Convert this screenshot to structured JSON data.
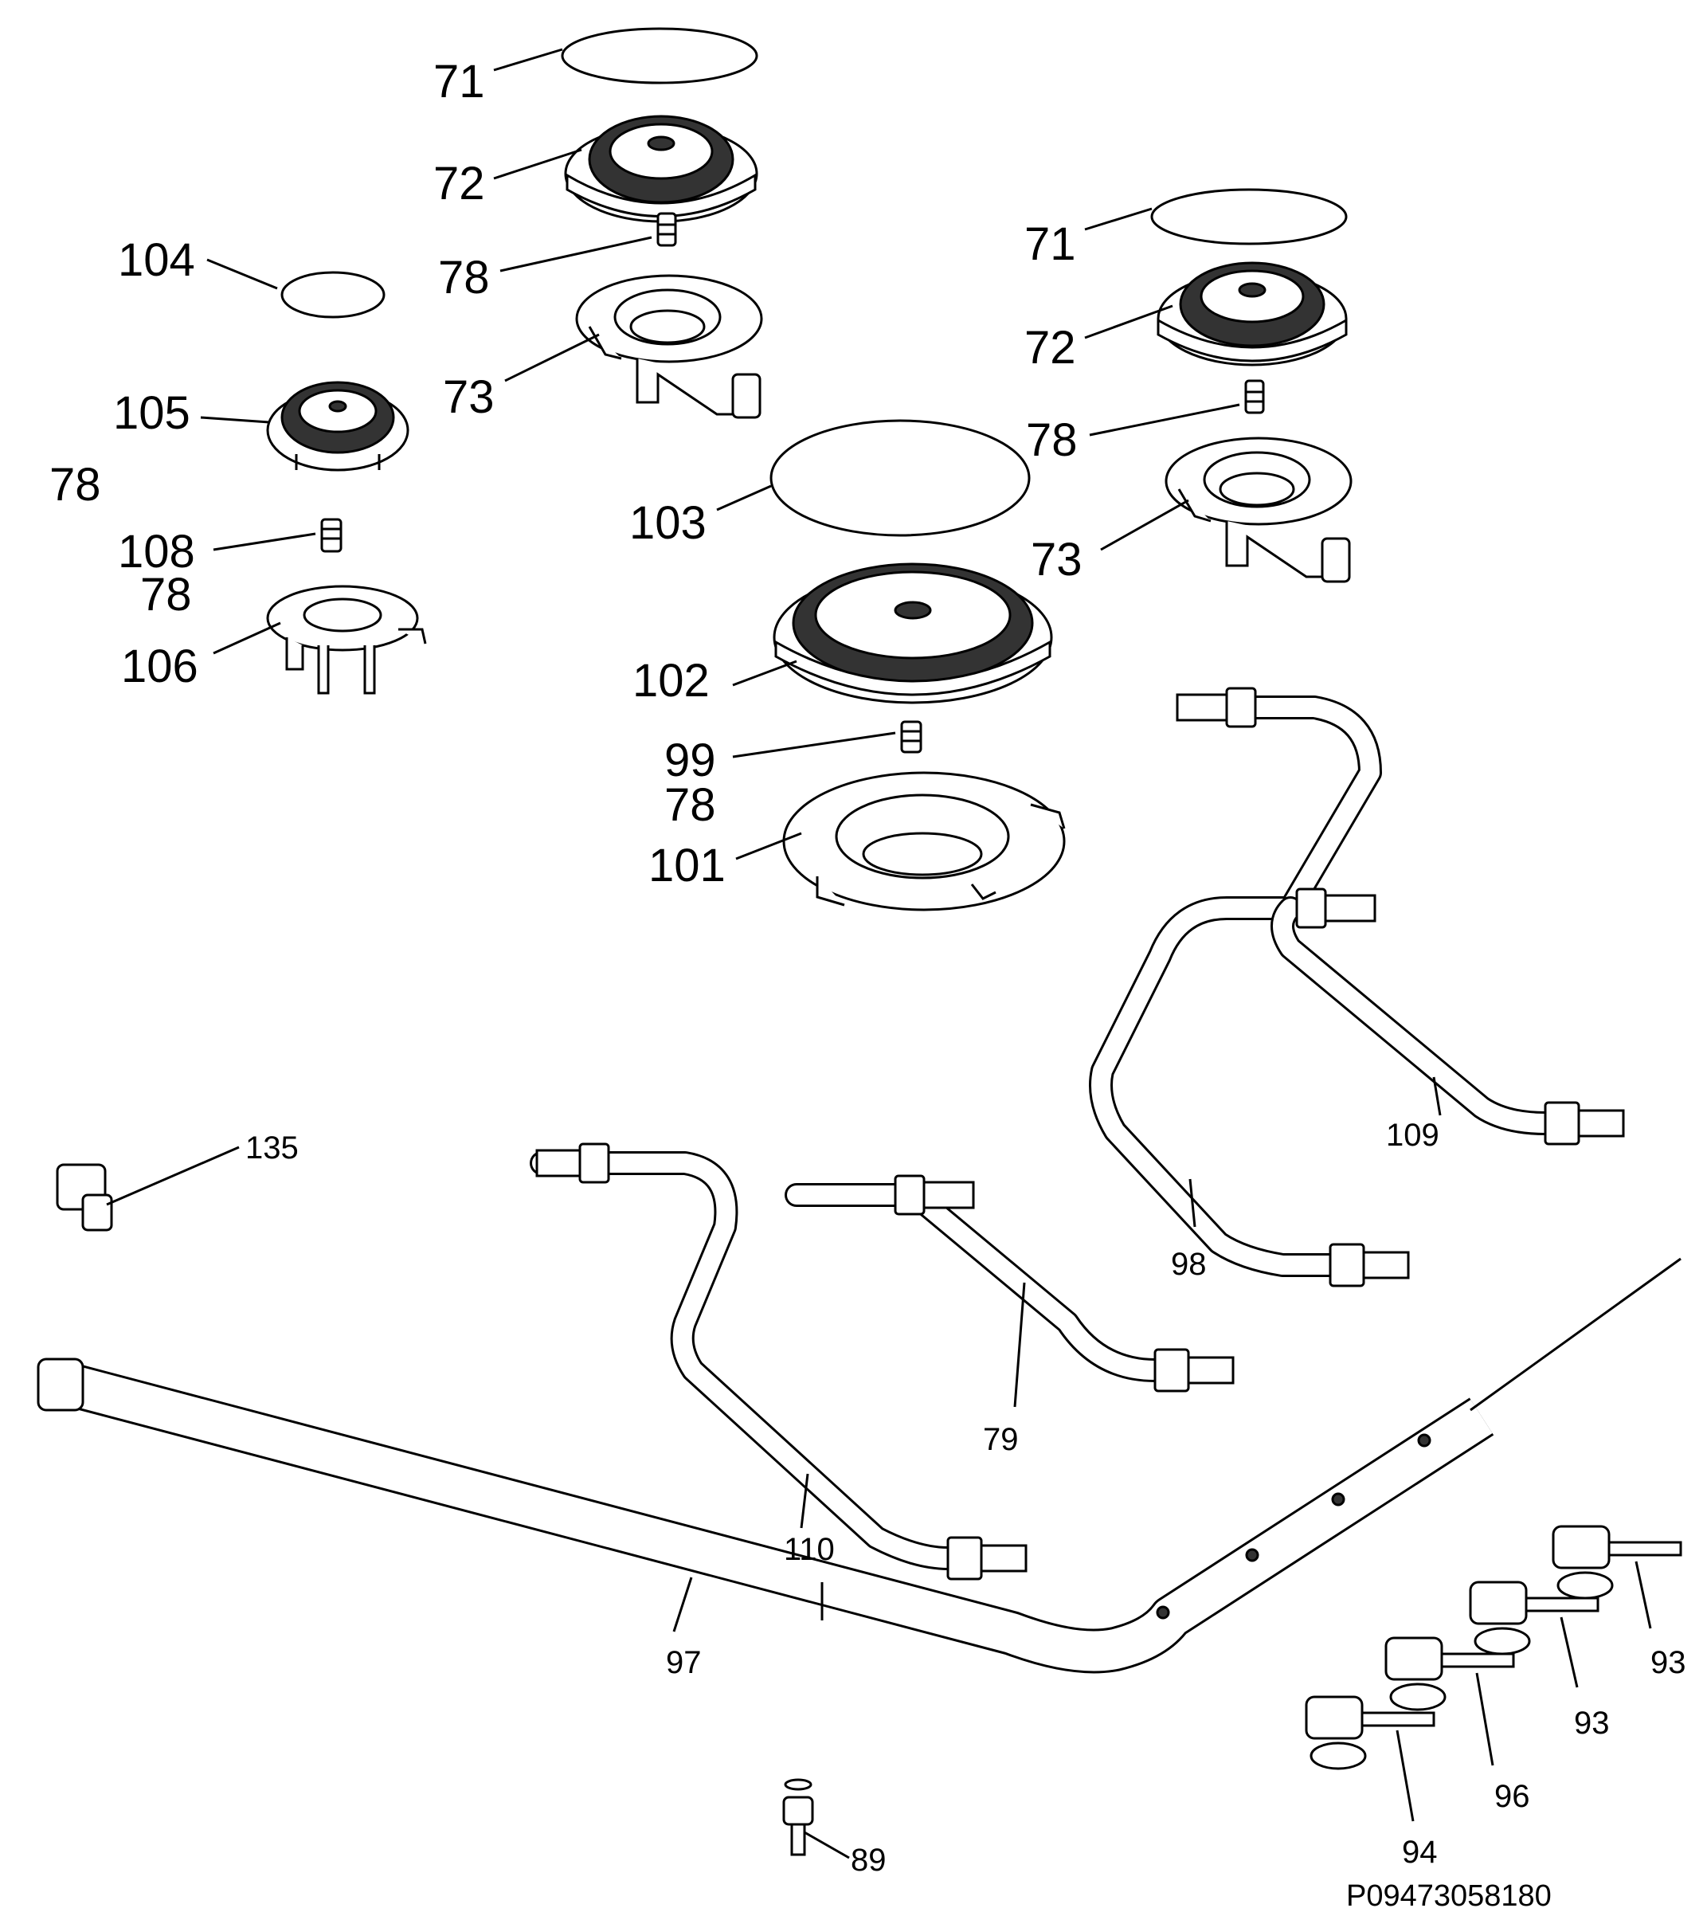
{
  "labels": {
    "l71a": "71",
    "l72a": "72",
    "l78a": "78",
    "l73a": "73",
    "l104": "104",
    "l105": "105",
    "l78b": "78",
    "l108": "108",
    "l78c": "78",
    "l106": "106",
    "l71b": "71",
    "l72b": "72",
    "l78d": "78",
    "l73b": "73",
    "l103": "103",
    "l102": "102",
    "l99": "99",
    "l78e": "78",
    "l101": "101",
    "l135": "135",
    "l109": "109",
    "l98": "98",
    "l79": "79",
    "l110": "110",
    "l97": "97",
    "l93a": "93",
    "l93b": "93",
    "l96": "96",
    "l94": "94",
    "l89": "89"
  },
  "reference": "P09473058180"
}
